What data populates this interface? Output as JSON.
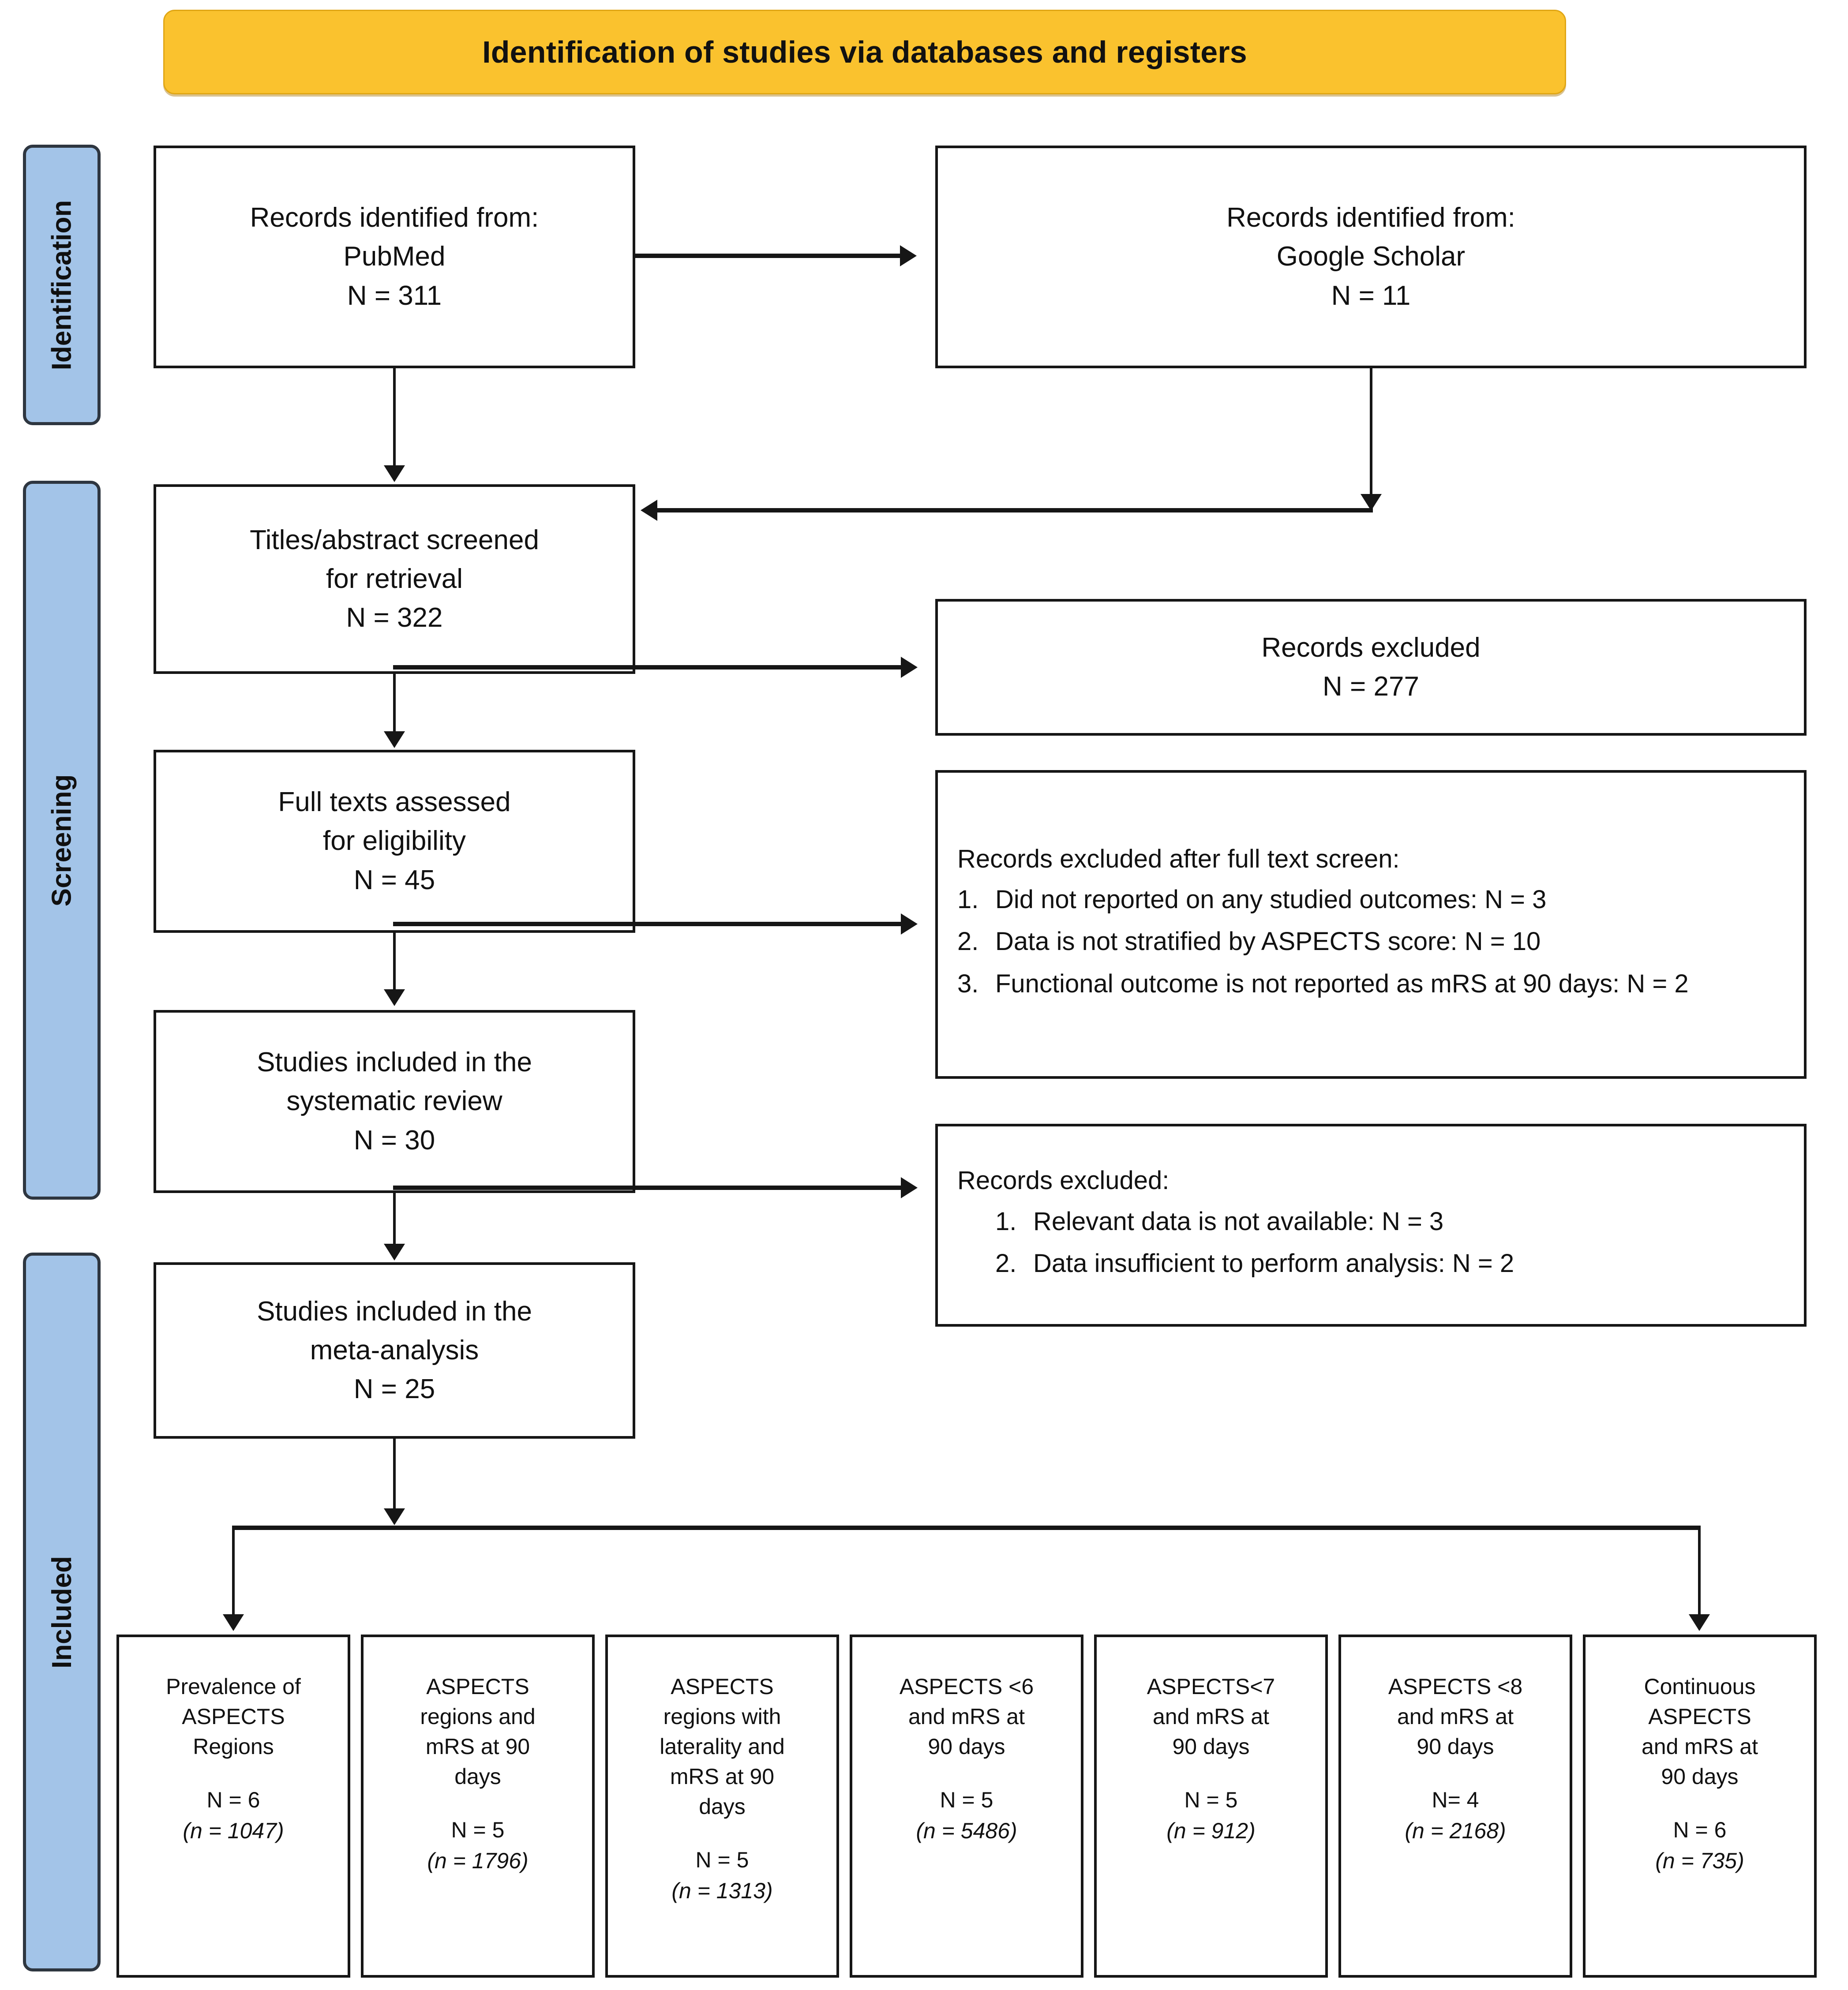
{
  "banner": {
    "title": "Identification of studies via databases and registers",
    "color": "#FAC22E"
  },
  "rails": [
    {
      "id": "identification",
      "label": "Identification",
      "color": "#A3C4E8"
    },
    {
      "id": "screening",
      "label": "Screening",
      "color": "#A3C4E8"
    },
    {
      "id": "included",
      "label": "Included",
      "color": "#A3C4E8"
    }
  ],
  "boxes": {
    "pubmed": {
      "text": "Records identified from:\nPubMed\nN = 311"
    },
    "scholar": {
      "text": "Records identified from:\nGoogle Scholar\nN = 11"
    },
    "titles": {
      "text": "Titles/abstract screened\nfor retrieval\nN = 322"
    },
    "fulltext": {
      "text": "Full texts assessed\nfor eligibility\nN = 45"
    },
    "systematic": {
      "text": "Studies included in the\nsystematic review\nN = 30"
    },
    "meta": {
      "text": "Studies included in the\nmeta-analysis\nN = 25"
    },
    "excluded1": {
      "text": "Records excluded\nN = 277"
    }
  },
  "excluded_after_fulltext": {
    "title": "Records excluded after full text screen:",
    "items": [
      {
        "num": "1.",
        "text": "Did not reported on any studied outcomes: N = 3"
      },
      {
        "num": "2.",
        "text": "Data is not stratified by ASPECTS score: N = 10"
      },
      {
        "num": "3.",
        "text": "Functional outcome is not reported as mRS at 90 days: N = 2"
      }
    ]
  },
  "excluded_before_meta": {
    "title": "Records excluded:",
    "items": [
      {
        "num": "1.",
        "text": "Relevant data is not available: N = 3"
      },
      {
        "num": "2.",
        "text": "Data insufficient to perform analysis: N = 2"
      }
    ]
  },
  "outcomes": [
    {
      "title": "Prevalence of\nASPECTS\nRegions",
      "n": "N = 6",
      "sub": "(n = 1047)"
    },
    {
      "title": "ASPECTS\nregions and\nmRS at 90\ndays",
      "n": "N = 5",
      "sub": "(n = 1796)"
    },
    {
      "title": "ASPECTS\nregions with\nlaterality and\nmRS at 90\ndays",
      "n": "N = 5",
      "sub": "(n = 1313)"
    },
    {
      "title": "ASPECTS <6\nand mRS at\n90 days",
      "n": "N = 5",
      "sub": "(n = 5486)"
    },
    {
      "title": "ASPECTS<7\nand mRS at\n90 days",
      "n": "N = 5",
      "sub": "(n = 912)"
    },
    {
      "title": "ASPECTS <8\nand mRS at\n90 days",
      "n": "N= 4",
      "sub": "(n = 2168)"
    },
    {
      "title": "Continuous\nASPECTS\nand mRS at\n90 days",
      "n": "N = 6",
      "sub": "(n = 735)"
    }
  ]
}
